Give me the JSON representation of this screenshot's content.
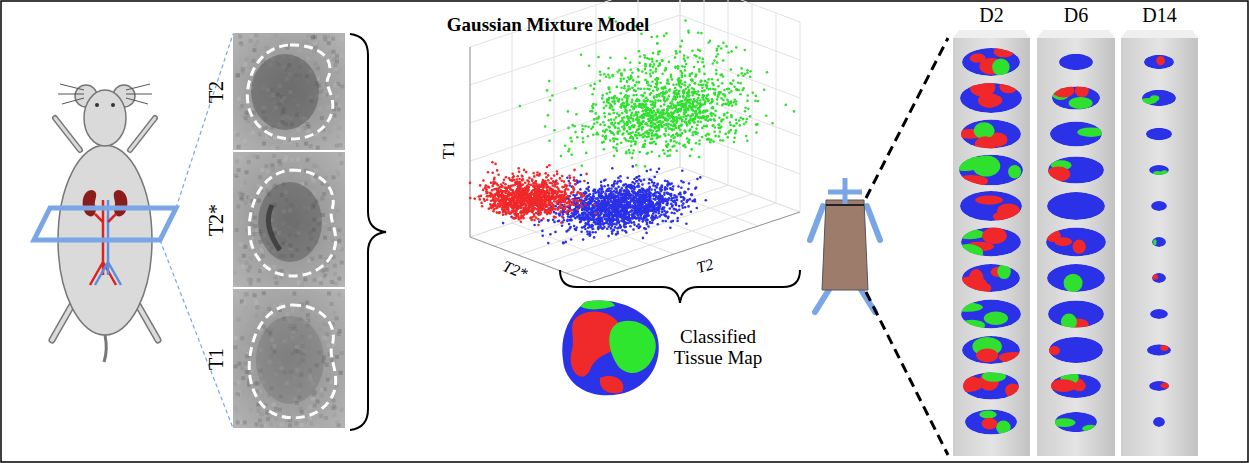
{
  "diagram": {
    "nodes": [
      {
        "text": [
          "T2"
        ]
      },
      {
        "text": [
          "T2*"
        ]
      },
      {
        "text": [
          "T1"
        ]
      },
      {
        "text": [
          "D2"
        ]
      },
      {
        "text": [
          "D6"
        ]
      },
      {
        "text": [
          "D14"
        ]
      }
    ],
    "labels": [
      "Gaussian Mixture Model",
      "T1",
      "T2*",
      "T2",
      "Classified Tissue Map"
    ]
  }
}
